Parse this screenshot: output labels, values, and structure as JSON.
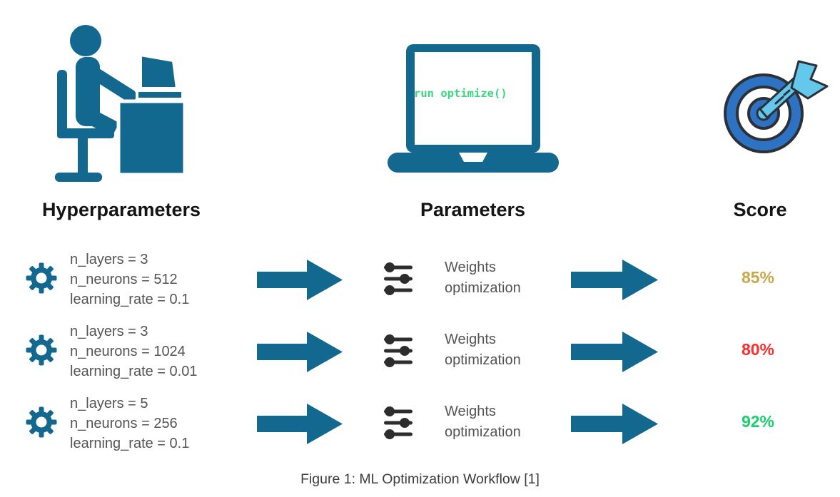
{
  "figure": {
    "caption": "Figure 1: ML Optimization Workflow [1]"
  },
  "columns": {
    "hyperparameters": {
      "label": "Hyperparameters",
      "icon": "person-at-desk-icon"
    },
    "parameters": {
      "label": "Parameters",
      "icon": "laptop-icon"
    },
    "score": {
      "label": "Score",
      "icon": "target-dart-icon"
    }
  },
  "laptop": {
    "code": "run optimize()"
  },
  "rows": [
    {
      "hyperparams": [
        "n_layers = 3",
        "n_neurons = 512",
        "learning_rate = 0.1"
      ],
      "process": [
        "Weights",
        "optimization"
      ],
      "score": "85%",
      "score_color": "#c9a84c"
    },
    {
      "hyperparams": [
        "n_layers = 3",
        "n_neurons = 1024",
        "learning_rate = 0.01"
      ],
      "process": [
        "Weights",
        "optimization"
      ],
      "score": "80%",
      "score_color": "#fb2d2d"
    },
    {
      "hyperparams": [
        "n_layers = 5",
        "n_neurons = 256",
        "learning_rate = 0.1"
      ],
      "process": [
        "Weights",
        "optimization"
      ],
      "score": "92%",
      "score_color": "#17d06c"
    }
  ],
  "colors": {
    "icon_blue": "#12688f",
    "slider_dark": "#2d2d2d",
    "body_text_gray": "#545454",
    "heading_black": "#141414",
    "code_green": "#3bd67f",
    "target_ring_blue": "#2e72c4",
    "dart_light_blue": "#63c8ec",
    "caption_gray": "#3d3d3d"
  }
}
